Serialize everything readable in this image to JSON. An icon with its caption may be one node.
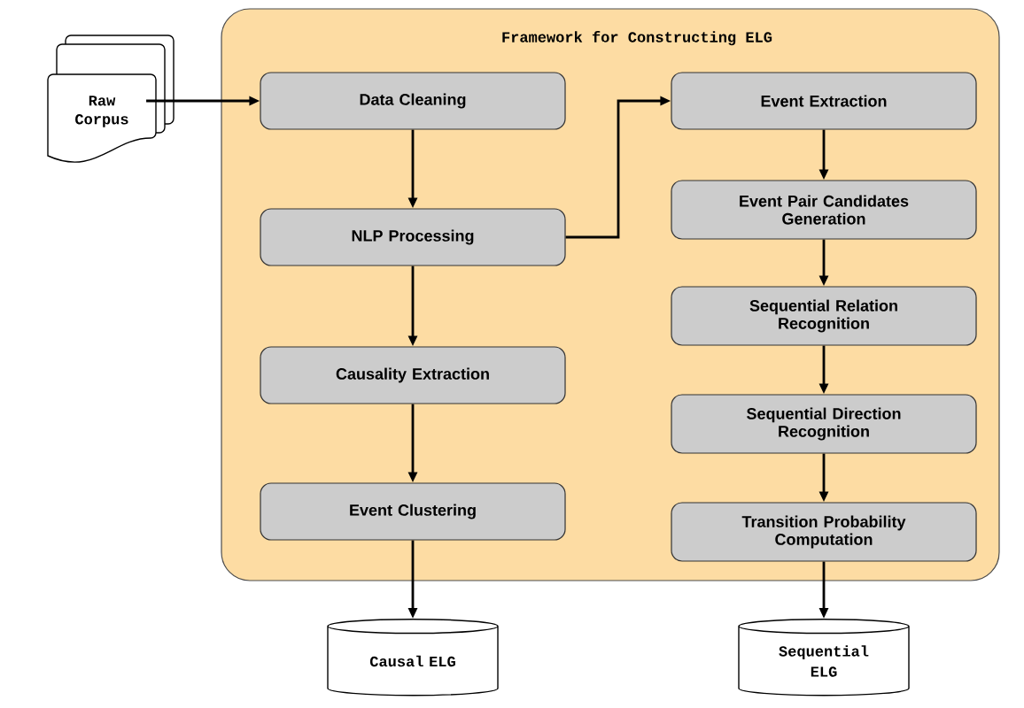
{
  "diagram": {
    "nodes": [
      {
        "text": [
          "Framework for Constructing ELG"
        ]
      },
      {
        "text": [
          "Raw Corpus"
        ]
      },
      {
        "text": [
          "Data Cleaning"
        ],
        "in": 0
      },
      {
        "text": [
          "NLP Processing"
        ],
        "in": 0
      },
      {
        "text": [
          "Causality Extraction"
        ],
        "in": 0
      },
      {
        "text": [
          "Event Clustering"
        ],
        "in": 0
      },
      {
        "text": [
          "Event Extraction"
        ],
        "in": 0
      },
      {
        "text": [
          "Event Pair Candidates Generation"
        ],
        "in": 0
      },
      {
        "text": [
          "Sequential Relation Recognition"
        ],
        "in": 0
      },
      {
        "text": [
          "Sequential Direction Recognition"
        ],
        "in": 0
      },
      {
        "text": [
          "Transition Probability Computation"
        ],
        "in": 0
      },
      {
        "text": [
          "Causal ELG"
        ]
      },
      {
        "text": [
          "Sequential ELG"
        ]
      }
    ],
    "edges": [
      {
        "from": 1,
        "to": 2,
        "arrow": "to"
      },
      {
        "from": 2,
        "to": 3,
        "arrow": "to"
      },
      {
        "from": 3,
        "to": 4,
        "arrow": "to"
      },
      {
        "from": 4,
        "to": 5,
        "arrow": "to"
      },
      {
        "from": 3,
        "to": 6,
        "arrow": "to"
      },
      {
        "from": 6,
        "to": 7,
        "arrow": "to"
      },
      {
        "from": 7,
        "to": 8,
        "arrow": "to"
      },
      {
        "from": 8,
        "to": 9,
        "arrow": "to"
      },
      {
        "from": 9,
        "to": 10,
        "arrow": "to"
      },
      {
        "from": 5,
        "to": 11,
        "arrow": "to"
      },
      {
        "from": 10,
        "to": 12,
        "arrow": "to"
      }
    ]
  }
}
